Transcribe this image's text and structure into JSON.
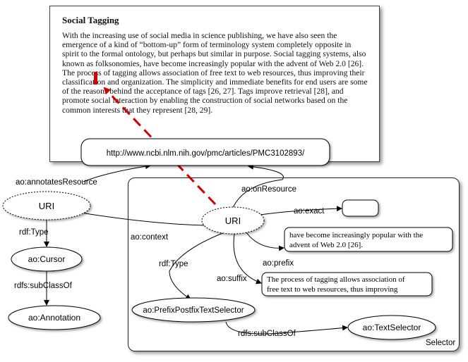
{
  "document": {
    "title": "Social Tagging",
    "paragraph": "With the increasing use of social media in science publishing, we have also seen the emergence of a kind of “bottom-up” form of terminology system completely opposite in spirit to the formal ontology, but perhaps but similar in purpose. Social tagging systems, also known as folksonomies, have become increasingly popular with the advent of Web 2.0 [26]. The process of tagging allows association of free text to web resources, thus improving their classification and organization. The simplicity and immediate benefits for end users are some of the reasons behind the acceptance of tags [26, 27]. Tags improve retrieval [28], and promote social interaction by enabling the construction of social networks based on the common interests that they represent [28, 29]."
  },
  "nodes": {
    "url": "http://www.ncbi.nlm.nih.gov/pmc/articles/PMC3102893/",
    "uri_left": "URI",
    "uri_center": "URI",
    "cursor": "ao:Cursor",
    "annotation": "ao:Annotation",
    "prefix_postfix": "ao:PrefixPostfixTextSelector",
    "text_selector": "ao:TextSelector",
    "exact_value": "",
    "prefix_value_1": "have become increasingly popular with the",
    "prefix_value_2": "advent of Web 2.0 [26].",
    "suffix_value_1": "The process of tagging allows association of",
    "suffix_value_2": "free text to web resources, thus improving"
  },
  "edges": {
    "annotates_resource": "ao:annotatesResource",
    "rdf_type_left": "rdf:Type",
    "subclass_left": "rdfs:subClassOf",
    "context": "ao:context",
    "on_resource": "ao:onResource",
    "exact": "ao:exact",
    "prefix": "ao:prefix",
    "suffix": "ao:suffix",
    "rdf_type_center": "rdf:Type",
    "subclass_center": "rdfs:subClassOf"
  },
  "container_label": "Selector",
  "colors": {
    "highlight": "#cc0000",
    "stroke": "#000000",
    "box_border": "#222222"
  }
}
